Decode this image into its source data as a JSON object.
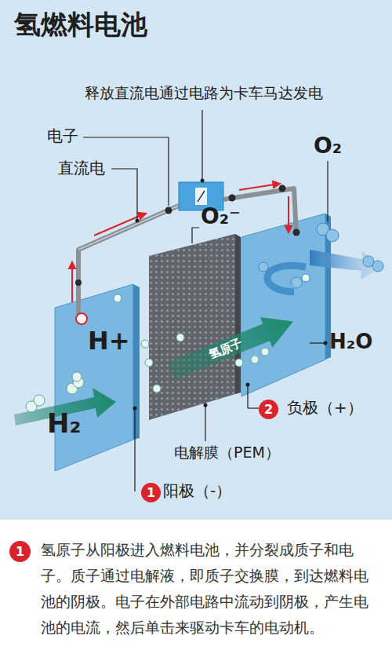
{
  "diagram": {
    "title": "氢燃料电池",
    "nodes": [
      {
        "text": [
          "氢原子"
        ]
      },
      {
        "text": [
          "2"
        ]
      },
      {
        "text": [
          "1"
        ]
      },
      {
        "text": [
          "1"
        ]
      }
    ],
    "labels": [
      "释放直流电通过电路为卡车马达发电",
      "电子",
      "直流电",
      "O₂",
      "O₂⁻",
      "H+",
      "H₂O",
      "负极（+）",
      "H₂",
      "电解膜（PEM）",
      "阳极（-）",
      "氢原子从阳极进入燃料电池，并分裂成质子和电子。质子通过电解液，即质子交换膜，到达燃料电池的阴极。电子在外部电路中流动到阴极，产生电池的电流，然后单击来驱动卡车的电动机。"
    ]
  }
}
